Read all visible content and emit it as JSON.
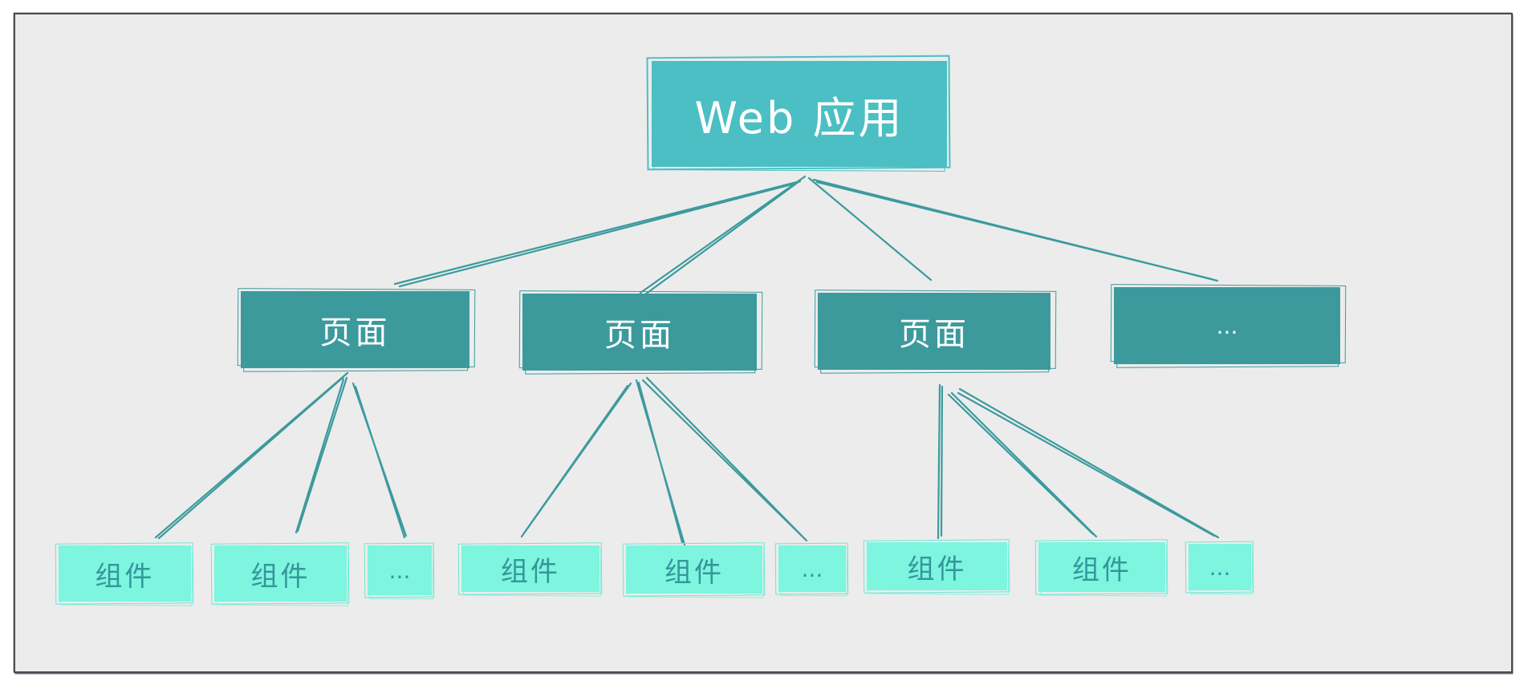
{
  "root": {
    "label": "Web 应用"
  },
  "pages": [
    {
      "label": "页面"
    },
    {
      "label": "页面"
    },
    {
      "label": "页面"
    },
    {
      "label": "..."
    }
  ],
  "components": [
    {
      "label": "组件"
    },
    {
      "label": "组件"
    },
    {
      "label": "..."
    },
    {
      "label": "组件"
    },
    {
      "label": "组件"
    },
    {
      "label": "..."
    },
    {
      "label": "组件"
    },
    {
      "label": "组件"
    },
    {
      "label": "..."
    }
  ],
  "colors": {
    "root": "#4bbfc3",
    "page": "#3c9a9d",
    "component": "#7df5df",
    "connector": "#3c9a9d"
  }
}
